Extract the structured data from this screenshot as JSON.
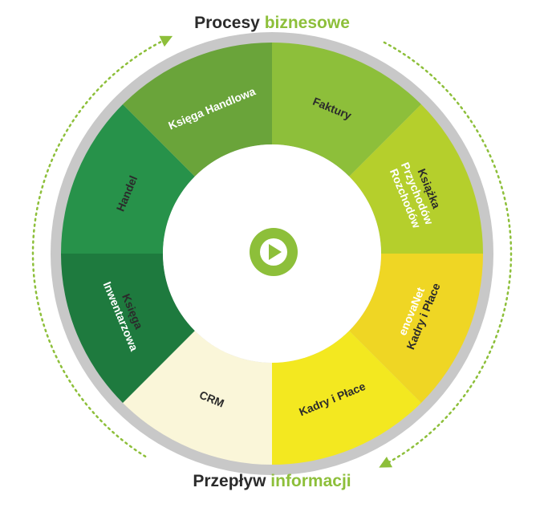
{
  "diagram": {
    "top_caption": {
      "part1": "Procesy",
      "part2": "biznesowe"
    },
    "bottom_caption": {
      "part1": "Przepływ",
      "part2": "informacji"
    },
    "segments": [
      {
        "id": "faktury",
        "lines": [
          "Faktury"
        ],
        "color": "#8dbf3a",
        "text_color": "#2b2b2b"
      },
      {
        "id": "ksiazka-przychodow-rozchodow",
        "lines": [
          "Książka",
          "Przychodów",
          "Rozchodów"
        ],
        "color": "#b5cf2c",
        "text_color": "#2b2b2b",
        "line_colors": [
          "#2b2b2b",
          "#ffffff",
          "#ffffff"
        ]
      },
      {
        "id": "enovanet-kadry-i-place",
        "lines": [
          "enovaNet",
          "Kadry i Płace"
        ],
        "color": "#efd624",
        "text_color": "#2b2b2b",
        "line_colors": [
          "#ffffff",
          "#2b2b2b"
        ]
      },
      {
        "id": "kadry-i-place",
        "lines": [
          "Kadry i Płace"
        ],
        "color": "#f3e820",
        "text_color": "#2b2b2b"
      },
      {
        "id": "crm",
        "lines": [
          "CRM"
        ],
        "color": "#faf6d9",
        "text_color": "#2b2b2b"
      },
      {
        "id": "ksiega-inwentarzowa",
        "lines": [
          "Księga",
          "Inwentarzowa"
        ],
        "color": "#1e7a3e",
        "text_color": "#ffffff",
        "line_colors": [
          "#2b2b2b",
          "#ffffff"
        ]
      },
      {
        "id": "handel",
        "lines": [
          "Handel"
        ],
        "color": "#27924a",
        "text_color": "#2b2b2b"
      },
      {
        "id": "ksiega-handlowa",
        "lines": [
          "Księga Handlowa"
        ],
        "color": "#6aa43a",
        "text_color": "#ffffff"
      }
    ],
    "colors": {
      "outer_ring": "#c8c8c8",
      "arrow": "#8dbf3a",
      "play": "#8dbf3a"
    },
    "icons": {
      "center": "play-icon",
      "arrows": "circular-arrow-icon"
    }
  }
}
